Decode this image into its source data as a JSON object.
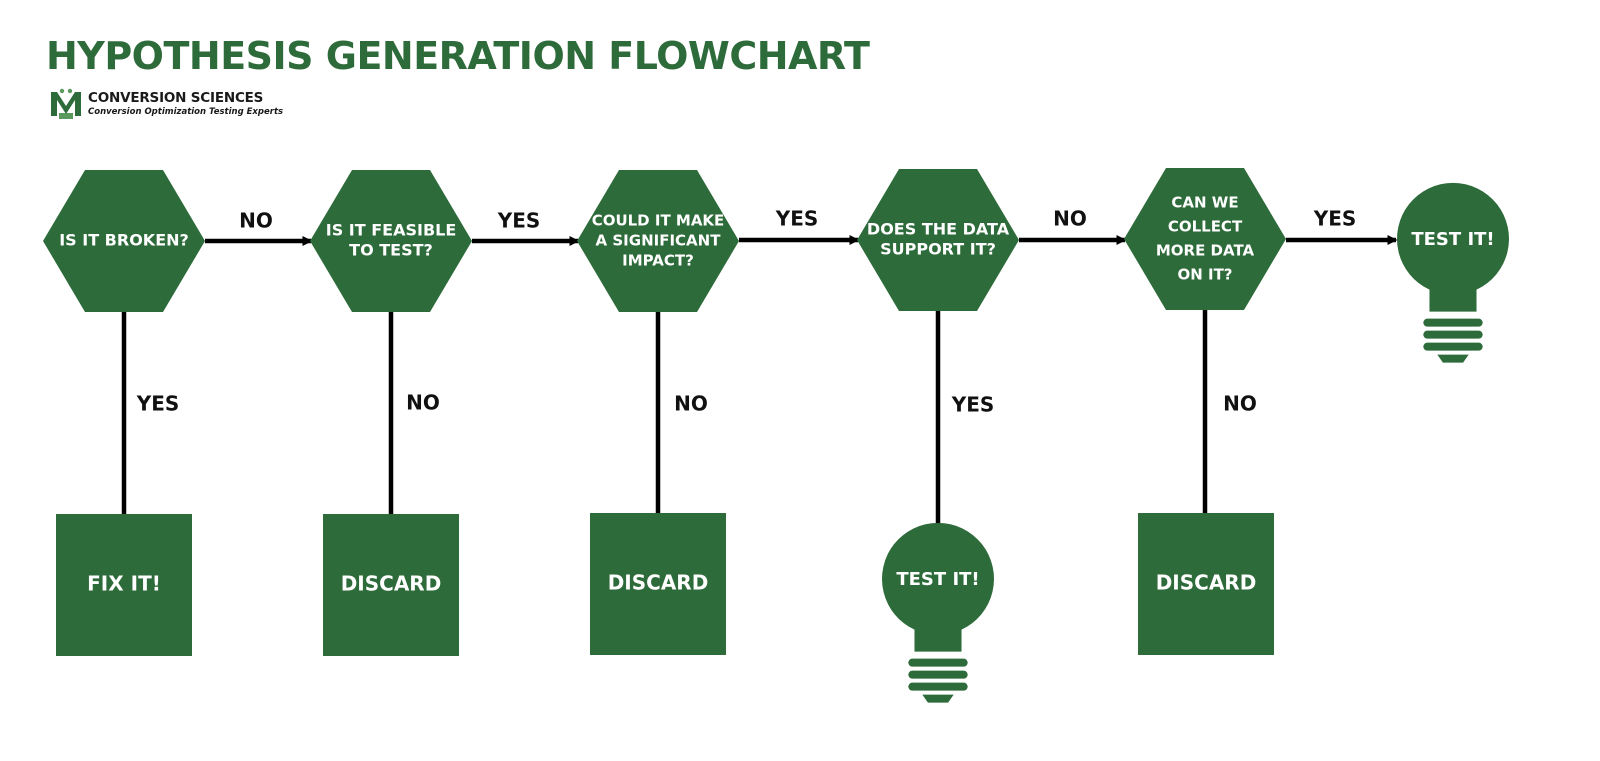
{
  "title": "Hypothesis Generation Flowchart",
  "logo": {
    "name": "CONVERSION SCIENCES",
    "tagline": "Conversion Optimization Testing Experts"
  },
  "colors": {
    "node_fill": "#2e6b3a",
    "arrow": "#000000",
    "text_light": "#ffffff"
  },
  "nodes": {
    "q1": {
      "shape": "hexagon",
      "lines": [
        "IS IT BROKEN?"
      ]
    },
    "q2": {
      "shape": "hexagon",
      "lines": [
        "IS IT FEASIBLE",
        "TO TEST?"
      ]
    },
    "q3": {
      "shape": "hexagon",
      "lines": [
        "COULD IT MAKE",
        "A SIGNIFICANT",
        "IMPACT?"
      ]
    },
    "q4": {
      "shape": "hexagon",
      "lines": [
        "DOES THE DATA",
        "SUPPORT IT?"
      ]
    },
    "q5": {
      "shape": "hexagon",
      "lines": [
        "CAN WE",
        "COLLECT",
        "MORE DATA",
        "ON IT?"
      ]
    },
    "r1": {
      "shape": "square",
      "lines": [
        "FIX IT!"
      ]
    },
    "r2": {
      "shape": "square",
      "lines": [
        "DISCARD"
      ]
    },
    "r3": {
      "shape": "square",
      "lines": [
        "DISCARD"
      ]
    },
    "r4": {
      "shape": "bulb",
      "lines": [
        "TEST IT!"
      ]
    },
    "r5": {
      "shape": "square",
      "lines": [
        "DISCARD"
      ]
    },
    "r6": {
      "shape": "bulb",
      "lines": [
        "TEST IT!"
      ]
    }
  },
  "edges": [
    {
      "from": "q1",
      "to": "q2",
      "label": "NO"
    },
    {
      "from": "q2",
      "to": "q3",
      "label": "YES"
    },
    {
      "from": "q3",
      "to": "q4",
      "label": "YES"
    },
    {
      "from": "q4",
      "to": "q5",
      "label": "NO"
    },
    {
      "from": "q5",
      "to": "r6",
      "label": "YES"
    },
    {
      "from": "q1",
      "to": "r1",
      "label": "YES"
    },
    {
      "from": "q2",
      "to": "r2",
      "label": "NO"
    },
    {
      "from": "q3",
      "to": "r3",
      "label": "NO"
    },
    {
      "from": "q4",
      "to": "r4",
      "label": "YES"
    },
    {
      "from": "q5",
      "to": "r5",
      "label": "NO"
    }
  ]
}
